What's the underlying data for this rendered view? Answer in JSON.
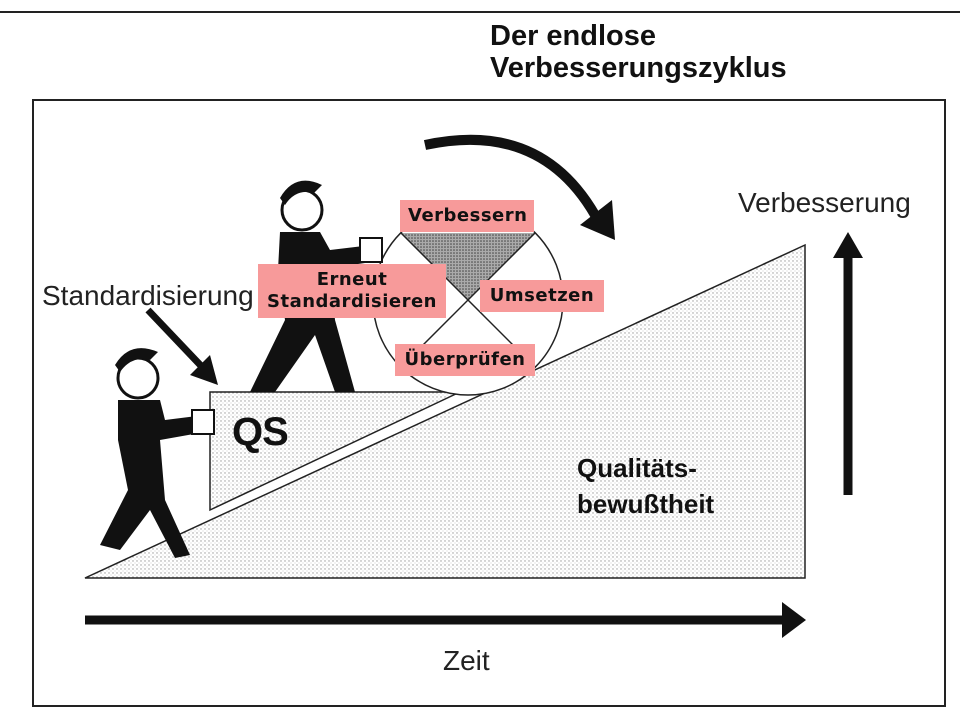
{
  "title": {
    "line1": "Der endlose",
    "line2": "Verbesserungszyklus"
  },
  "labels": {
    "standardisierung": "Standardisierung",
    "verbesserung": "Verbesserung",
    "qs": "QS",
    "qualitaet_line1": "Qualitäts-",
    "qualitaet_line2": "bewußtheit",
    "zeit": "Zeit"
  },
  "cycle": {
    "verbessern": "Verbessern",
    "umsetzen": "Umsetzen",
    "ueberpruefen": "Überprüfen",
    "erneut_line1": "Erneut",
    "erneut_line2": "Standardisieren"
  }
}
